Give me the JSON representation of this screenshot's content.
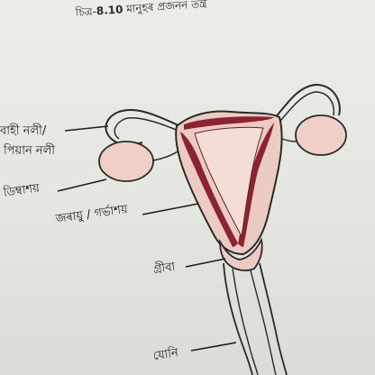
{
  "figure": {
    "caption_prefix": "চিত্র-",
    "caption_number": "8.10",
    "caption_text": "মানুহৰ প্ৰজনন তন্ত্ৰ"
  },
  "labels": {
    "fallopian_tube_line1": "বাহী নলী/",
    "fallopian_tube_line2": "পিয়ান নলী",
    "ovary": "ডিম্বাশয়",
    "uterus": "জৰায়ু / গৰ্ভাশয়",
    "cervix": "গ্ৰীবা",
    "vagina": "যোনি"
  },
  "colors": {
    "organ_fill": "#eccbc2",
    "ovary_fill": "#f0cfc6",
    "muscle_dark": "#8b2430",
    "outline": "#2a2a2a"
  }
}
